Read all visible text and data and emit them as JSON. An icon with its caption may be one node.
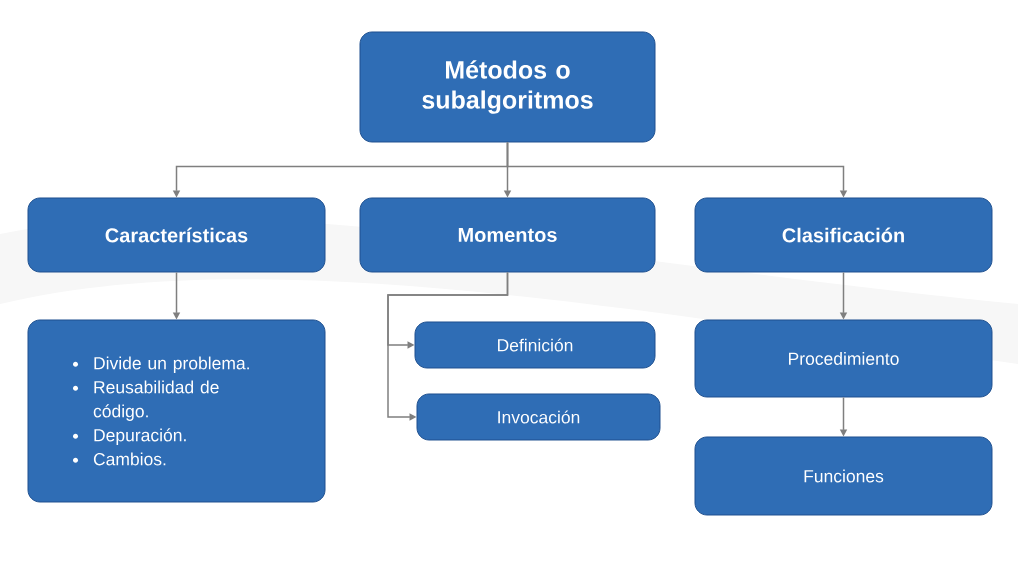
{
  "diagram": {
    "nodes": [
      {
        "text": [
          "Métodos o subalgoritmos"
        ]
      },
      {
        "text": [
          "Características"
        ]
      },
      {
        "text": [
          "Momentos"
        ]
      },
      {
        "text": [
          "Clasificación"
        ]
      },
      {
        "text": [
          "Divide un problema.",
          "Reusabilidad de código.",
          "Depuración.",
          "Cambios."
        ]
      },
      {
        "text": [
          "Definición"
        ]
      },
      {
        "text": [
          "Invocación"
        ]
      },
      {
        "text": [
          "Procedimiento"
        ]
      },
      {
        "text": [
          "Funciones"
        ]
      }
    ],
    "edges": [
      {
        "from": 0,
        "to": 1,
        "arrow": "to"
      },
      {
        "from": 0,
        "to": 2,
        "arrow": "to"
      },
      {
        "from": 0,
        "to": 3,
        "arrow": "to"
      },
      {
        "from": 1,
        "to": 4,
        "arrow": "to"
      },
      {
        "from": 2,
        "to": 5,
        "arrow": "to"
      },
      {
        "from": 2,
        "to": 6,
        "arrow": "to"
      },
      {
        "from": 3,
        "to": 7,
        "arrow": "to"
      },
      {
        "from": 7,
        "to": 8,
        "arrow": "to"
      }
    ]
  }
}
